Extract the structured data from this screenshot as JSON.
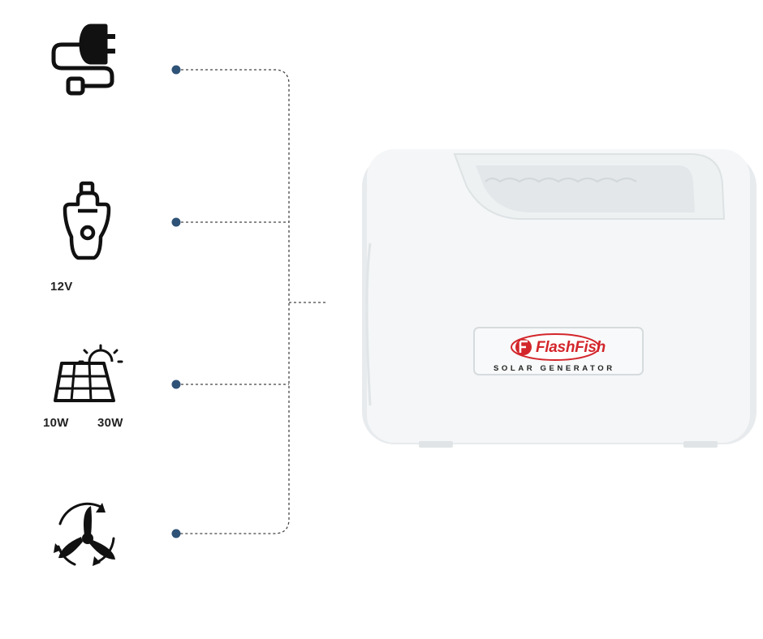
{
  "inputs": [
    {
      "icon": "ac-plug-icon",
      "labels": []
    },
    {
      "icon": "car-charger-icon",
      "labels": [
        "12V"
      ]
    },
    {
      "icon": "solar-panel-icon",
      "labels": [
        "10W",
        "30W"
      ]
    },
    {
      "icon": "wind-turbine-icon",
      "labels": []
    }
  ],
  "product": {
    "brand": "FlashFish",
    "subtitle": "SOLAR GENERATOR"
  },
  "colors": {
    "connector_dot": "#2f5277",
    "connector_line": "#444444",
    "brand_red": "#d3262b",
    "device_body": "#f4f6f7"
  }
}
